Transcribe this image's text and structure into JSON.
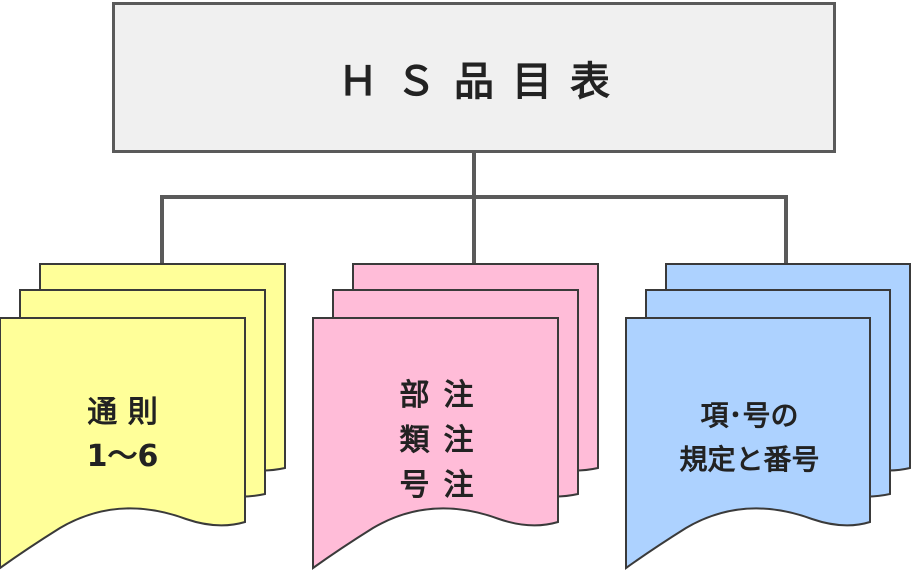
{
  "root": {
    "title": "ＨＳ品目表"
  },
  "branches": [
    {
      "lines": [
        "通 則",
        "1〜6"
      ],
      "color": "#ffff99"
    },
    {
      "lines": [
        "部注",
        "類注",
        "号注"
      ],
      "color": "#ffbcd8"
    },
    {
      "lines": [
        "項･号の",
        "規定と番号"
      ],
      "color": "#add2ff"
    }
  ],
  "colors": {
    "connector": "#5a5a5a",
    "root_fill": "#f0f0f0",
    "outline": "#3a3a3a"
  }
}
